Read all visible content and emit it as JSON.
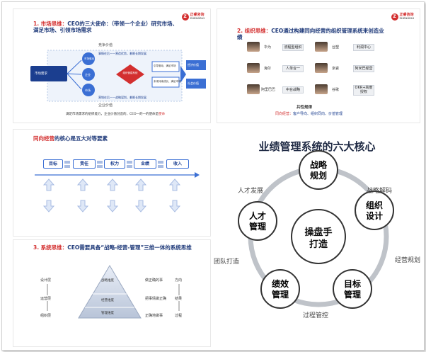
{
  "panel1": {
    "title_prefix": "1. 市场思维：",
    "title_main": "CEO的三大使命：（带领一个企业）研究市场、满足市场、引领市场需求",
    "top_label": "竞争价值",
    "bottom_label": "企业价值",
    "market_box": "市场需求",
    "circle_1": "市场驱动",
    "circle_2": "企业",
    "circle_3": "市场",
    "center_diamond": "组织营建系统",
    "right_box_1": "引导驱动、满足市场",
    "right_box_2": "未来持续成长、满足市场",
    "right_top": "经济价值",
    "right_bottom": "社会价值",
    "note_top": "事情在后——营造优势，着眼长期发展",
    "note_bottom": "营销在后——战略谋划，着眼长期发展",
    "footer": "满足市场需求的组织能力，企业价值创造的，CEO一的一的使命是",
    "footer_red": "使命"
  },
  "panel2": {
    "title_prefix": "2. 组织思维：",
    "title_main": "CEO通过构建同向经营的组织管理系统来创造业绩",
    "people": [
      {
        "company": "华为",
        "theme": "流程型组织"
      },
      {
        "company": "海尔",
        "theme": "人单合一"
      },
      {
        "company": "阿里巴巴",
        "theme": "中台战略"
      },
      {
        "company": "台塑",
        "theme": "利润中心"
      },
      {
        "company": "京瓷",
        "theme": "阿米巴经营"
      },
      {
        "company": "谷歌",
        "theme": "OKR+高度授权"
      }
    ],
    "common_title": "共性规律",
    "common_label": "同向经营：",
    "common_text": "客户导向、组织同向、价值管理"
  },
  "panel3": {
    "title_prefix": "同向经营",
    "title_main": "的核心是五大对等要素",
    "items": [
      "目标",
      "责任",
      "权力",
      "业绩",
      "收入"
    ]
  },
  "panel4": {
    "title_prefix": "3. 系统思维：",
    "title_main": "CEO需要具备“战略-经营-管理”三维一体的系统思维",
    "left_labels": [
      "设计层",
      "运营层",
      "组织层"
    ],
    "pyramid_levels": [
      "战略维度",
      "经营维度",
      "管理维度"
    ],
    "right_labels": [
      "做正确的事",
      "把事情做正确",
      "正确地做事"
    ],
    "far_right": [
      "方向",
      "结果",
      "过程"
    ]
  },
  "panel5": {
    "title": "业绩管理系统的六大核心",
    "center": [
      "操盘手",
      "打造"
    ],
    "nodes": [
      {
        "line1": "战略",
        "line2": "规划"
      },
      {
        "line1": "组织",
        "line2": "设计"
      },
      {
        "line1": "目标",
        "line2": "管理"
      },
      {
        "line1": "绩效",
        "line2": "管理"
      },
      {
        "line1": "人才",
        "line2": "管理"
      }
    ],
    "links": [
      "战略解码",
      "经营规划",
      "过程管控",
      "团队打造",
      "人才发展"
    ]
  },
  "logo": {
    "name": "正睿咨询",
    "sub": "ZHENGRUI"
  }
}
